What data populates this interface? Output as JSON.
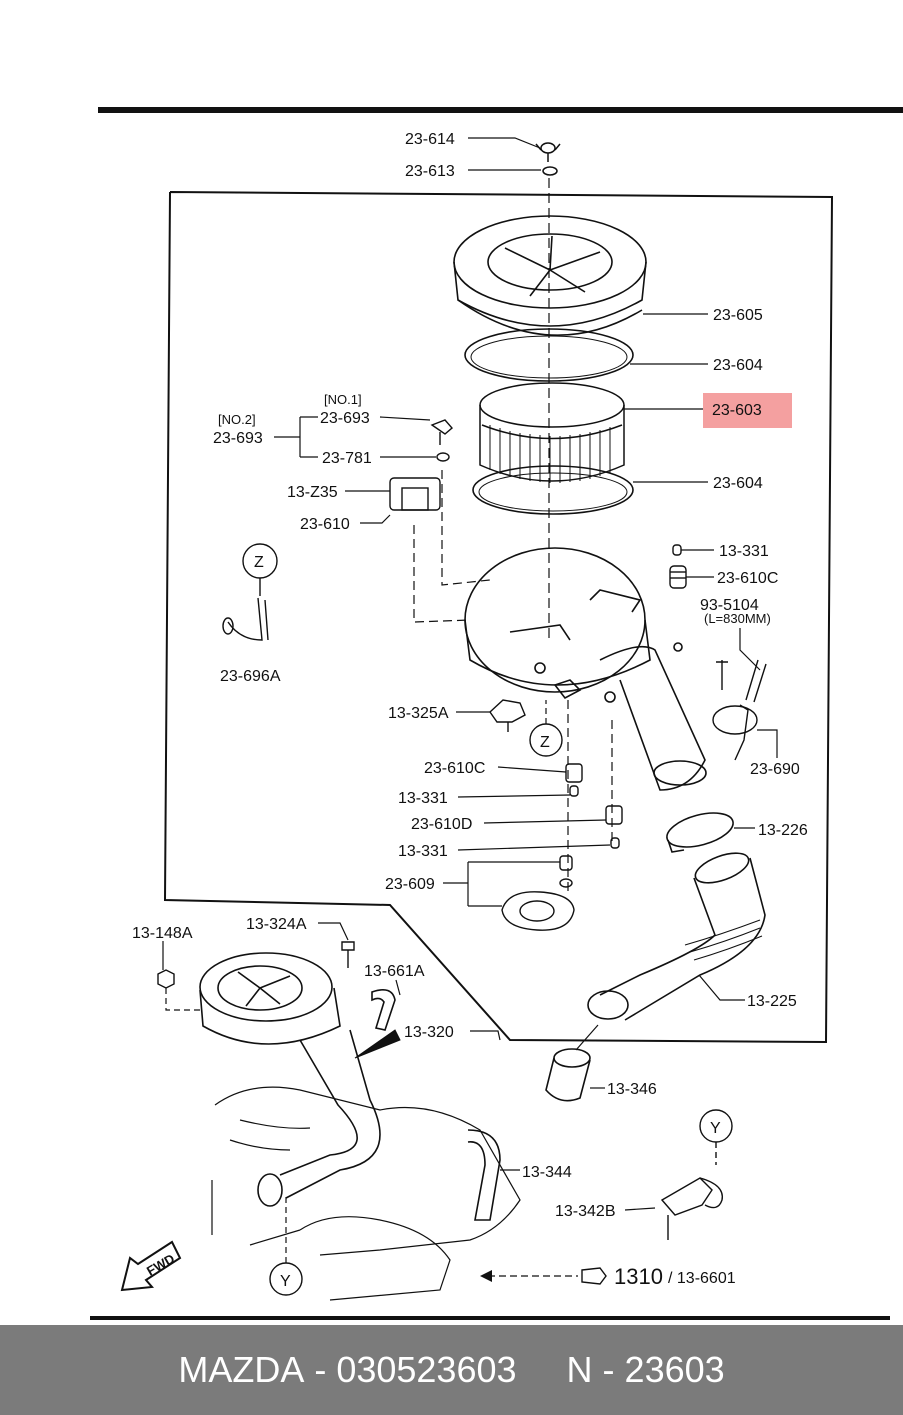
{
  "labels": {
    "p23_614": "23-614",
    "p23_613": "23-613",
    "p23_605": "23-605",
    "p23_604a": "23-604",
    "p23_603": "23-603",
    "p23_604b": "23-604",
    "no1": "[NO.1]",
    "no2": "[NO.2]",
    "p23_693a": "23-693",
    "p23_693b": "23-693",
    "p23_781": "23-781",
    "p13_z35": "13-Z35",
    "p23_610": "23-610",
    "z_top": "Z",
    "p23_696a": "23-696A",
    "p13_331a": "13-331",
    "p23_610c_r": "23-610C",
    "p93_5104": "93-5104",
    "len": "(L=830MM)",
    "p23_690": "23-690",
    "p13_325a": "13-325A",
    "z_mid": "Z",
    "p23_610c_l": "23-610C",
    "p13_331b": "13-331",
    "p23_610d": "23-610D",
    "p13_331c": "13-331",
    "p23_609": "23-609",
    "p13_226": "13-226",
    "p13_148a": "13-148A",
    "p13_324a": "13-324A",
    "p13_661a": "13-661A",
    "p13_320": "13-320",
    "p13_225": "13-225",
    "p13_346": "13-346",
    "y_right": "Y",
    "p13_344": "13-344",
    "p13_342b": "13-342B",
    "y_bottom": "Y",
    "p1310": "1310",
    "p13_6601": "/ 13-6601",
    "fwd": "FWD"
  },
  "highlight": {
    "part": "23-603",
    "color": "#f4a0a0"
  },
  "footer": {
    "brand": "MAZDA",
    "sep1": " - ",
    "part_number": "030523603",
    "gap": "     ",
    "n_prefix": "N",
    "sep2": " - ",
    "n_number": "23603"
  },
  "colors": {
    "footer_bg": "#7b7b7b",
    "footer_text": "#ffffff",
    "line": "#111111"
  }
}
